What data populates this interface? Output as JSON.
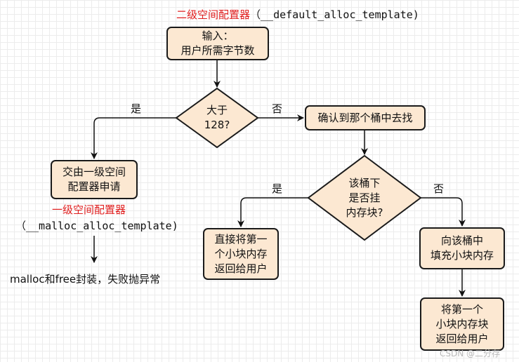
{
  "header": {
    "title_red": "二级空间配置器",
    "title_code": "（__default_alloc_template)"
  },
  "nodes": {
    "input": "输入：\n用户所需字节数",
    "decision_128": "大于\n128?",
    "hand_off": "交由一级空间\n配置器申请",
    "find_bucket": "确认到那个桶中去找",
    "decision_bucket": "该桶下\n是否挂\n内存块?",
    "return_direct": "直接将第一\n个小块内存\n返回给用户",
    "fill_bucket": "向该桶中\n填充小块内存",
    "return_after_fill": "将第一个\n小块内存块\n返回给用户"
  },
  "edge_labels": {
    "yes_128": "是",
    "no_128": "否",
    "yes_bucket": "是",
    "no_bucket": "否"
  },
  "first_level": {
    "title_red": "一级空间配置器",
    "title_code": "（__malloc_alloc_template)",
    "note": "malloc和free封装，失败抛异常"
  },
  "watermark": "CSDN @二分存",
  "colors": {
    "node_fill": "#fce8d2",
    "node_border": "#1a1a1a",
    "title_red": "#e01e1e",
    "line": "#111111"
  }
}
